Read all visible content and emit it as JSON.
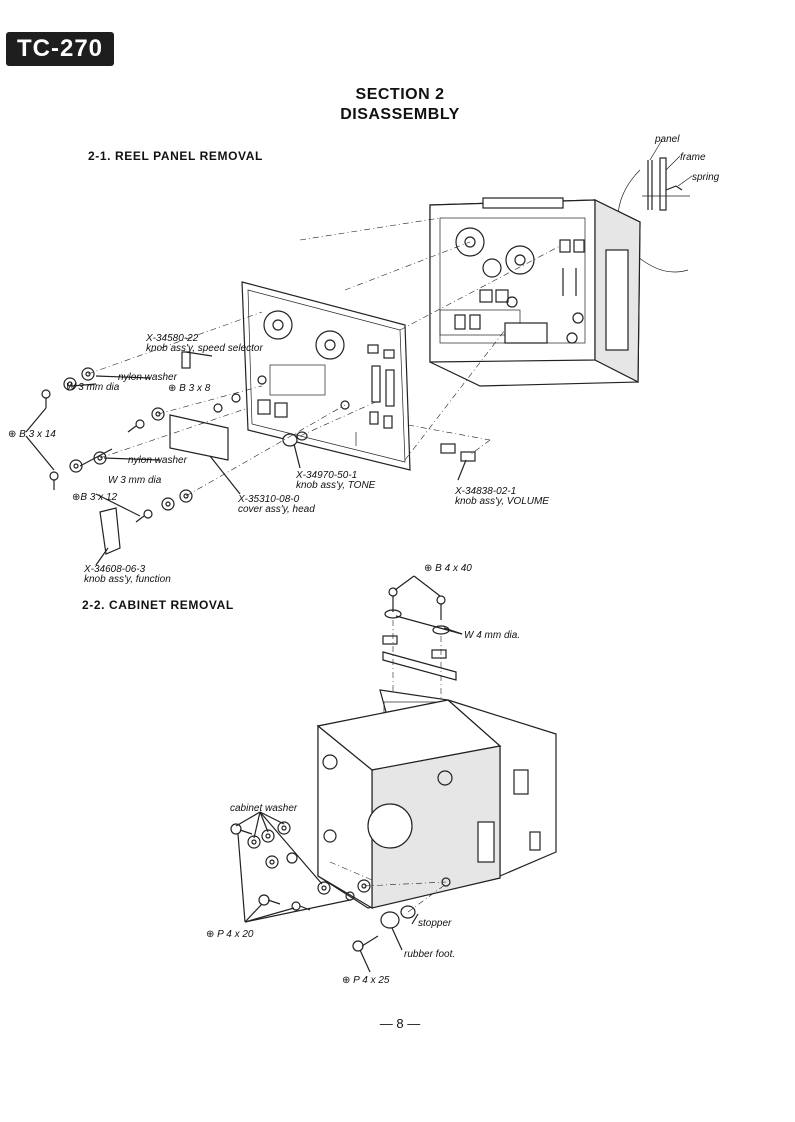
{
  "header": {
    "model_badge": "TC-270",
    "section": "SECTION 2",
    "title": "DISASSEMBLY"
  },
  "subsections": {
    "reel_panel": "2-1.  REEL PANEL REMOVAL",
    "cabinet": "2-2.  CABINET REMOVAL"
  },
  "labels": {
    "panel": "panel",
    "frame": "frame",
    "spring": "spring",
    "speed_knob_part": "X-34580-22",
    "speed_knob_desc": "knob ass'y, speed selector",
    "nylon_washer_1": "nylon washer",
    "screw_b3x8": "⊕ B 3 x 8",
    "w3_1": "W 3 mm dia",
    "screw_b3x14": "⊕ B 3 x 14",
    "nylon_washer_2": "nylon washer",
    "w3_2": "W 3 mm dia",
    "screw_b3x12": "⊕B 3 x 12",
    "tone_knob_part": "X-34970-50-1",
    "tone_knob_desc": "knob ass'y, TONE",
    "head_cover_part": "X-35310-08-0",
    "head_cover_desc": "cover ass'y, head",
    "volume_knob_part": "X-34838-02-1",
    "volume_knob_desc": "knob ass'y, VOLUME",
    "function_knob_part": "X-34608-06-3",
    "function_knob_desc": "knob ass'y, function",
    "screw_b4x40": "⊕ B 4 x 40",
    "w4": "W 4 mm dia.",
    "cabinet_washer": "cabinet washer",
    "screw_p4x20": "⊕ P 4 x 20",
    "stopper": "stopper",
    "rubber_foot": "rubber foot.",
    "screw_p4x25": "⊕ P 4 x 25"
  },
  "footer": {
    "page_number": "—  8  —"
  }
}
